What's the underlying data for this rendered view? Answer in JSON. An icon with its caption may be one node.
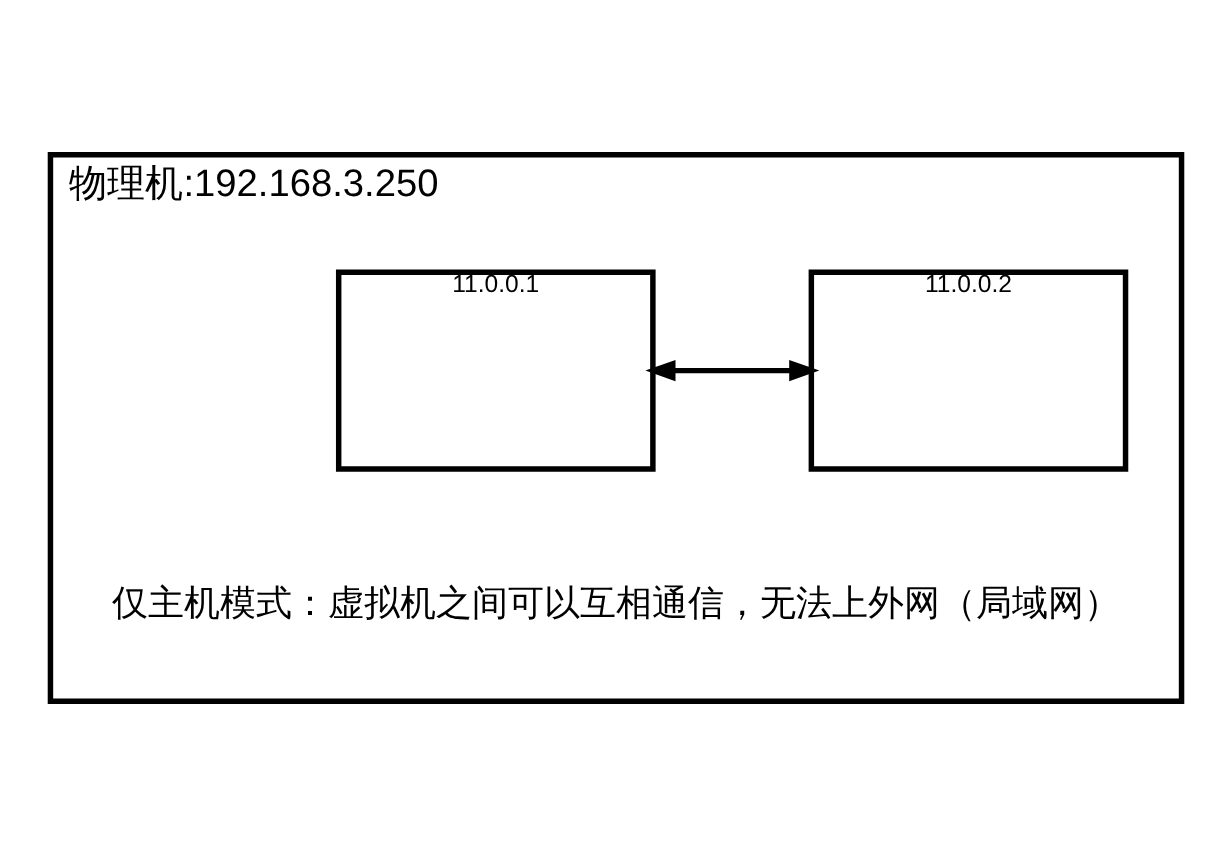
{
  "diagram": {
    "nodes": [
      {
        "text": [
          "物理机:192.168.3.250"
        ]
      },
      {
        "text": [
          "11.0.0.1"
        ],
        "in": 0
      },
      {
        "text": [
          "11.0.0.2"
        ],
        "in": 0
      }
    ],
    "edges": [
      {
        "from": 1,
        "to": 2,
        "arrow": "both"
      }
    ],
    "labels": [
      "仅主机模式：虚拟机之间可以互相通信，无法上外网（局域网）"
    ]
  }
}
